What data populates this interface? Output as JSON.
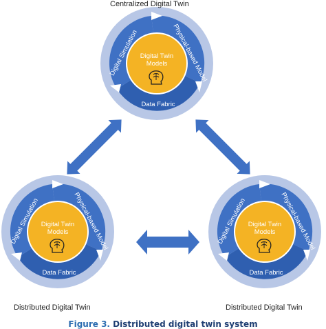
{
  "colors": {
    "ring_outer": "#b8c7e6",
    "ring_segment": "#3f71c4",
    "ring_segment_dark": "#2f5fb0",
    "core": "#f4b324",
    "arrow": "#3f71c4",
    "caption": "#1f3f73"
  },
  "titles": {
    "top": "Centralized Digital Twin",
    "left": "Distributed Digital Twin",
    "right": "Distributed Digital Twin"
  },
  "nodes": {
    "top": {
      "segments": [
        "Digital Simulation",
        "Physical-based Model",
        "Data Fabric"
      ],
      "core_label_1": "Digital Twin",
      "core_label_2": "Models",
      "icon": "head-brain-icon"
    },
    "left": {
      "segments": [
        "Digital Simulation",
        "Physical-based Model",
        "Data Fabric"
      ],
      "core_label_1": "Digital Twin",
      "core_label_2": "Models",
      "icon": "head-brain-icon"
    },
    "right": {
      "segments": [
        "Digital Simulation",
        "Physical-based Model",
        "Data Fabric"
      ],
      "core_label_1": "Digital Twin",
      "core_label_2": "Models",
      "icon": "head-brain-icon"
    }
  },
  "arrows": [
    "top-left link",
    "top-right link",
    "left-right link"
  ],
  "caption": {
    "figure": "Figure 3.",
    "text": "Distributed digital twin system"
  }
}
